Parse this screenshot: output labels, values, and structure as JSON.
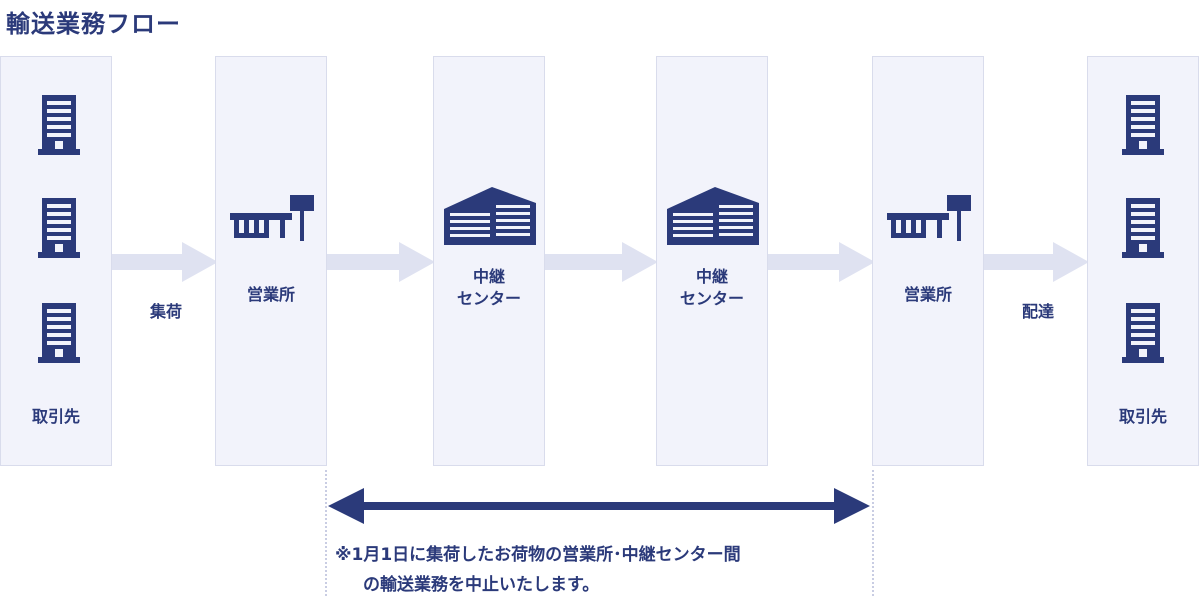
{
  "title": "輸送業務フロー",
  "nodes": [
    {
      "id": "client-left",
      "label": "取引先",
      "icon": "office-building-icon"
    },
    {
      "id": "office-left",
      "label": "営業所",
      "icon": "sales-office-icon"
    },
    {
      "id": "center-1",
      "label_l1": "中継",
      "label_l2": "センター",
      "icon": "distribution-center-icon"
    },
    {
      "id": "center-2",
      "label_l1": "中継",
      "label_l2": "センター",
      "icon": "distribution-center-icon"
    },
    {
      "id": "office-right",
      "label": "営業所",
      "icon": "sales-office-icon"
    },
    {
      "id": "client-right",
      "label": "取引先",
      "icon": "office-building-icon"
    }
  ],
  "edges": {
    "pickup": "集荷",
    "delivery": "配達"
  },
  "note": {
    "line1": "※1月1日に集荷したお荷物の営業所･中継センター間",
    "line2": "の輸送業務を中止いたします。"
  },
  "colors": {
    "navy": "#2b3a7a",
    "box_fill": "#f2f3fb",
    "arrow_light": "#dfe2f1"
  }
}
